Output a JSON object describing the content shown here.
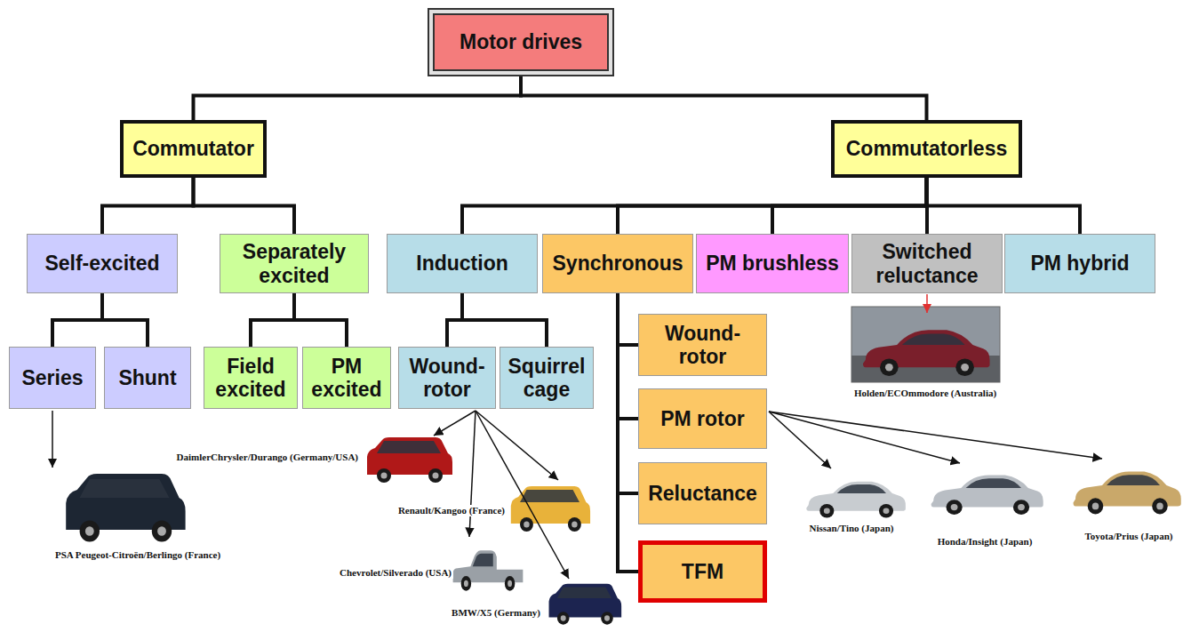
{
  "diagram": {
    "nodes": [
      {
        "text": [
          "Motor drives"
        ]
      },
      {
        "text": [
          "Commutator"
        ]
      },
      {
        "text": [
          "Commutatorless"
        ]
      },
      {
        "text": [
          "Self-excited"
        ]
      },
      {
        "text": [
          "Separately excited"
        ]
      },
      {
        "text": [
          "Induction"
        ]
      },
      {
        "text": [
          "Synchronous"
        ]
      },
      {
        "text": [
          "PM brushless"
        ]
      },
      {
        "text": [
          "Switched reluctance"
        ]
      },
      {
        "text": [
          "PM hybrid"
        ]
      },
      {
        "text": [
          "Series"
        ]
      },
      {
        "text": [
          "Shunt"
        ]
      },
      {
        "text": [
          "Field excited"
        ]
      },
      {
        "text": [
          "PM excited"
        ]
      },
      {
        "text": [
          "Wound-rotor"
        ]
      },
      {
        "text": [
          "Squirrel cage"
        ]
      },
      {
        "text": [
          "Wound-rotor"
        ]
      },
      {
        "text": [
          "PM rotor"
        ]
      },
      {
        "text": [
          "Reluctance"
        ]
      },
      {
        "text": [
          "TFM"
        ]
      }
    ],
    "edges": [
      {
        "from": 0,
        "to": 1,
        "arrow": "none"
      },
      {
        "from": 0,
        "to": 2,
        "arrow": "none"
      },
      {
        "from": 1,
        "to": 3,
        "arrow": "none"
      },
      {
        "from": 1,
        "to": 4,
        "arrow": "none"
      },
      {
        "from": 2,
        "to": 5,
        "arrow": "none"
      },
      {
        "from": 2,
        "to": 6,
        "arrow": "none"
      },
      {
        "from": 2,
        "to": 7,
        "arrow": "none"
      },
      {
        "from": 2,
        "to": 8,
        "arrow": "none"
      },
      {
        "from": 2,
        "to": 9,
        "arrow": "none"
      },
      {
        "from": 3,
        "to": 10,
        "arrow": "none"
      },
      {
        "from": 3,
        "to": 11,
        "arrow": "none"
      },
      {
        "from": 4,
        "to": 12,
        "arrow": "none"
      },
      {
        "from": 4,
        "to": 13,
        "arrow": "none"
      },
      {
        "from": 5,
        "to": 14,
        "arrow": "none"
      },
      {
        "from": 5,
        "to": 15,
        "arrow": "none"
      },
      {
        "from": 6,
        "to": 16,
        "arrow": "none"
      },
      {
        "from": 6,
        "to": 17,
        "arrow": "none"
      },
      {
        "from": 6,
        "to": 18,
        "arrow": "none"
      },
      {
        "from": 6,
        "to": 19,
        "arrow": "none"
      }
    ],
    "labels": [
      "PSA Peugeot-Citroën/Berlingo (France)",
      "DaimlerChrysler/Durango (Germany/USA)",
      "Renault/Kangoo (France)",
      "Chevrolet/Silverado (USA)",
      "BMW/X5 (Germany)",
      "Holden/ECOmmodore (Australia)",
      "Nissan/Tino (Japan)",
      "Honda/Insight (Japan)",
      "Toyota/Prius (Japan)"
    ]
  }
}
